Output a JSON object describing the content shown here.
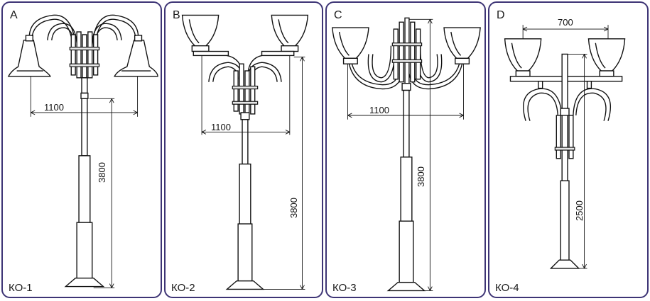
{
  "colors": {
    "frame": "#3d3475",
    "line": "#111111"
  },
  "panels": [
    {
      "letter": "A",
      "model": "КО-1",
      "width_dim": "1100",
      "height_dim": "3800"
    },
    {
      "letter": "B",
      "model": "КО-2",
      "width_dim": "1100",
      "height_dim": "3800"
    },
    {
      "letter": "C",
      "model": "КО-3",
      "width_dim": "1100",
      "height_dim": "3800"
    },
    {
      "letter": "D",
      "model": "КО-4",
      "width_dim": "700",
      "height_dim": "2500"
    }
  ]
}
